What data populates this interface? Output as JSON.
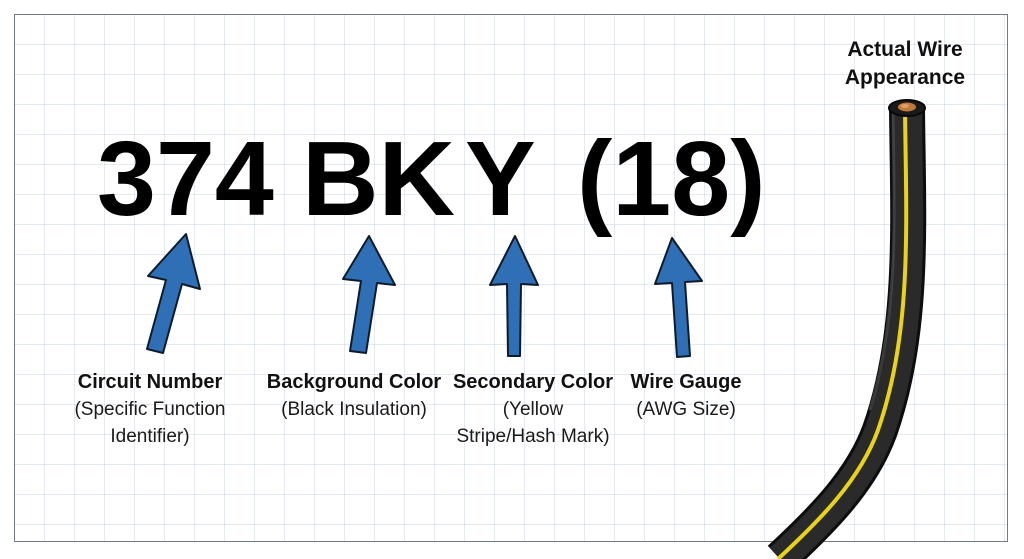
{
  "code": {
    "circuit_number": "374",
    "background_color": "BK",
    "secondary_color": "Y",
    "wire_gauge": "(18)"
  },
  "labels": {
    "circuit": {
      "title": "Circuit Number",
      "desc_line1": "(Specific Function",
      "desc_line2": "Identifier)"
    },
    "background": {
      "title": "Background Color",
      "desc_line1": "(Black Insulation)"
    },
    "secondary": {
      "title": "Secondary Color",
      "desc_line1": "(Yellow",
      "desc_line2": "Stripe/Hash Mark)"
    },
    "gauge": {
      "title": "Wire Gauge",
      "desc_line1": "(AWG Size)"
    }
  },
  "wire": {
    "title_line1": "Actual Wire",
    "title_line2": "Appearance"
  },
  "colors": {
    "arrow_fill": "#2f6fb5",
    "arrow_stroke": "#0d1b2a",
    "wire_insulation": "#1a1a1a",
    "wire_stripe": "#e8d21a",
    "wire_core": "#c27a3a",
    "grid": "#c8d4de"
  }
}
